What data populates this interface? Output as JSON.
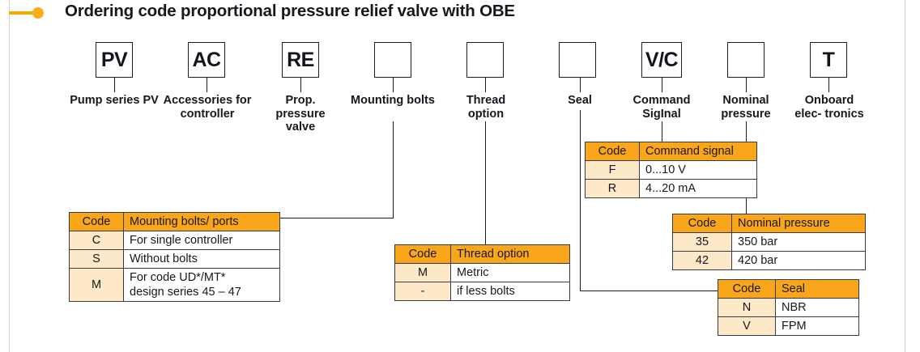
{
  "title": "Ordering code proportional pressure relief valve with OBE",
  "colors": {
    "accent": "#f9a61a",
    "accent_light": "#fde8c8",
    "bullet": "#f9ad16",
    "ink": "#17171f"
  },
  "code_boxes": [
    {
      "value": "PV",
      "caption": "Pump\nseries PV"
    },
    {
      "value": "AC",
      "caption": "Accessories\nfor controller"
    },
    {
      "value": "RE",
      "caption": "Prop.\npressure\nvalve"
    },
    {
      "value": "",
      "caption": "Mounting bolts"
    },
    {
      "value": "",
      "caption": "Thread\noption"
    },
    {
      "value": "",
      "caption": "Seal"
    },
    {
      "value": "V/C",
      "caption": "Command\nSigInal"
    },
    {
      "value": "",
      "caption": "Nominal\npressure"
    },
    {
      "value": "T",
      "caption": "Onboard\nelec-\ntronics"
    }
  ],
  "tables": {
    "command_signal": {
      "headers": [
        "Code",
        "Command signal"
      ],
      "rows": [
        [
          "F",
          "0...10 V"
        ],
        [
          "R",
          "4...20 mA"
        ]
      ]
    },
    "mounting_bolts": {
      "headers": [
        "Code",
        "Mounting bolts/ ports"
      ],
      "rows": [
        [
          "C",
          "For single controller"
        ],
        [
          "S",
          "Without bolts"
        ],
        [
          "M",
          "For code UD*/MT*\ndesign series 45 – 47"
        ]
      ]
    },
    "nominal_pressure": {
      "headers": [
        "Code",
        "Nominal pressure"
      ],
      "rows": [
        [
          "35",
          "350 bar"
        ],
        [
          "42",
          "420 bar"
        ]
      ]
    },
    "thread_option": {
      "headers": [
        "Code",
        "Thread option"
      ],
      "rows": [
        [
          "M",
          "Metric"
        ],
        [
          "-",
          "if less bolts"
        ]
      ]
    },
    "seal": {
      "headers": [
        "Code",
        "Seal"
      ],
      "rows": [
        [
          "N",
          "NBR"
        ],
        [
          "V",
          "FPM"
        ]
      ]
    }
  }
}
